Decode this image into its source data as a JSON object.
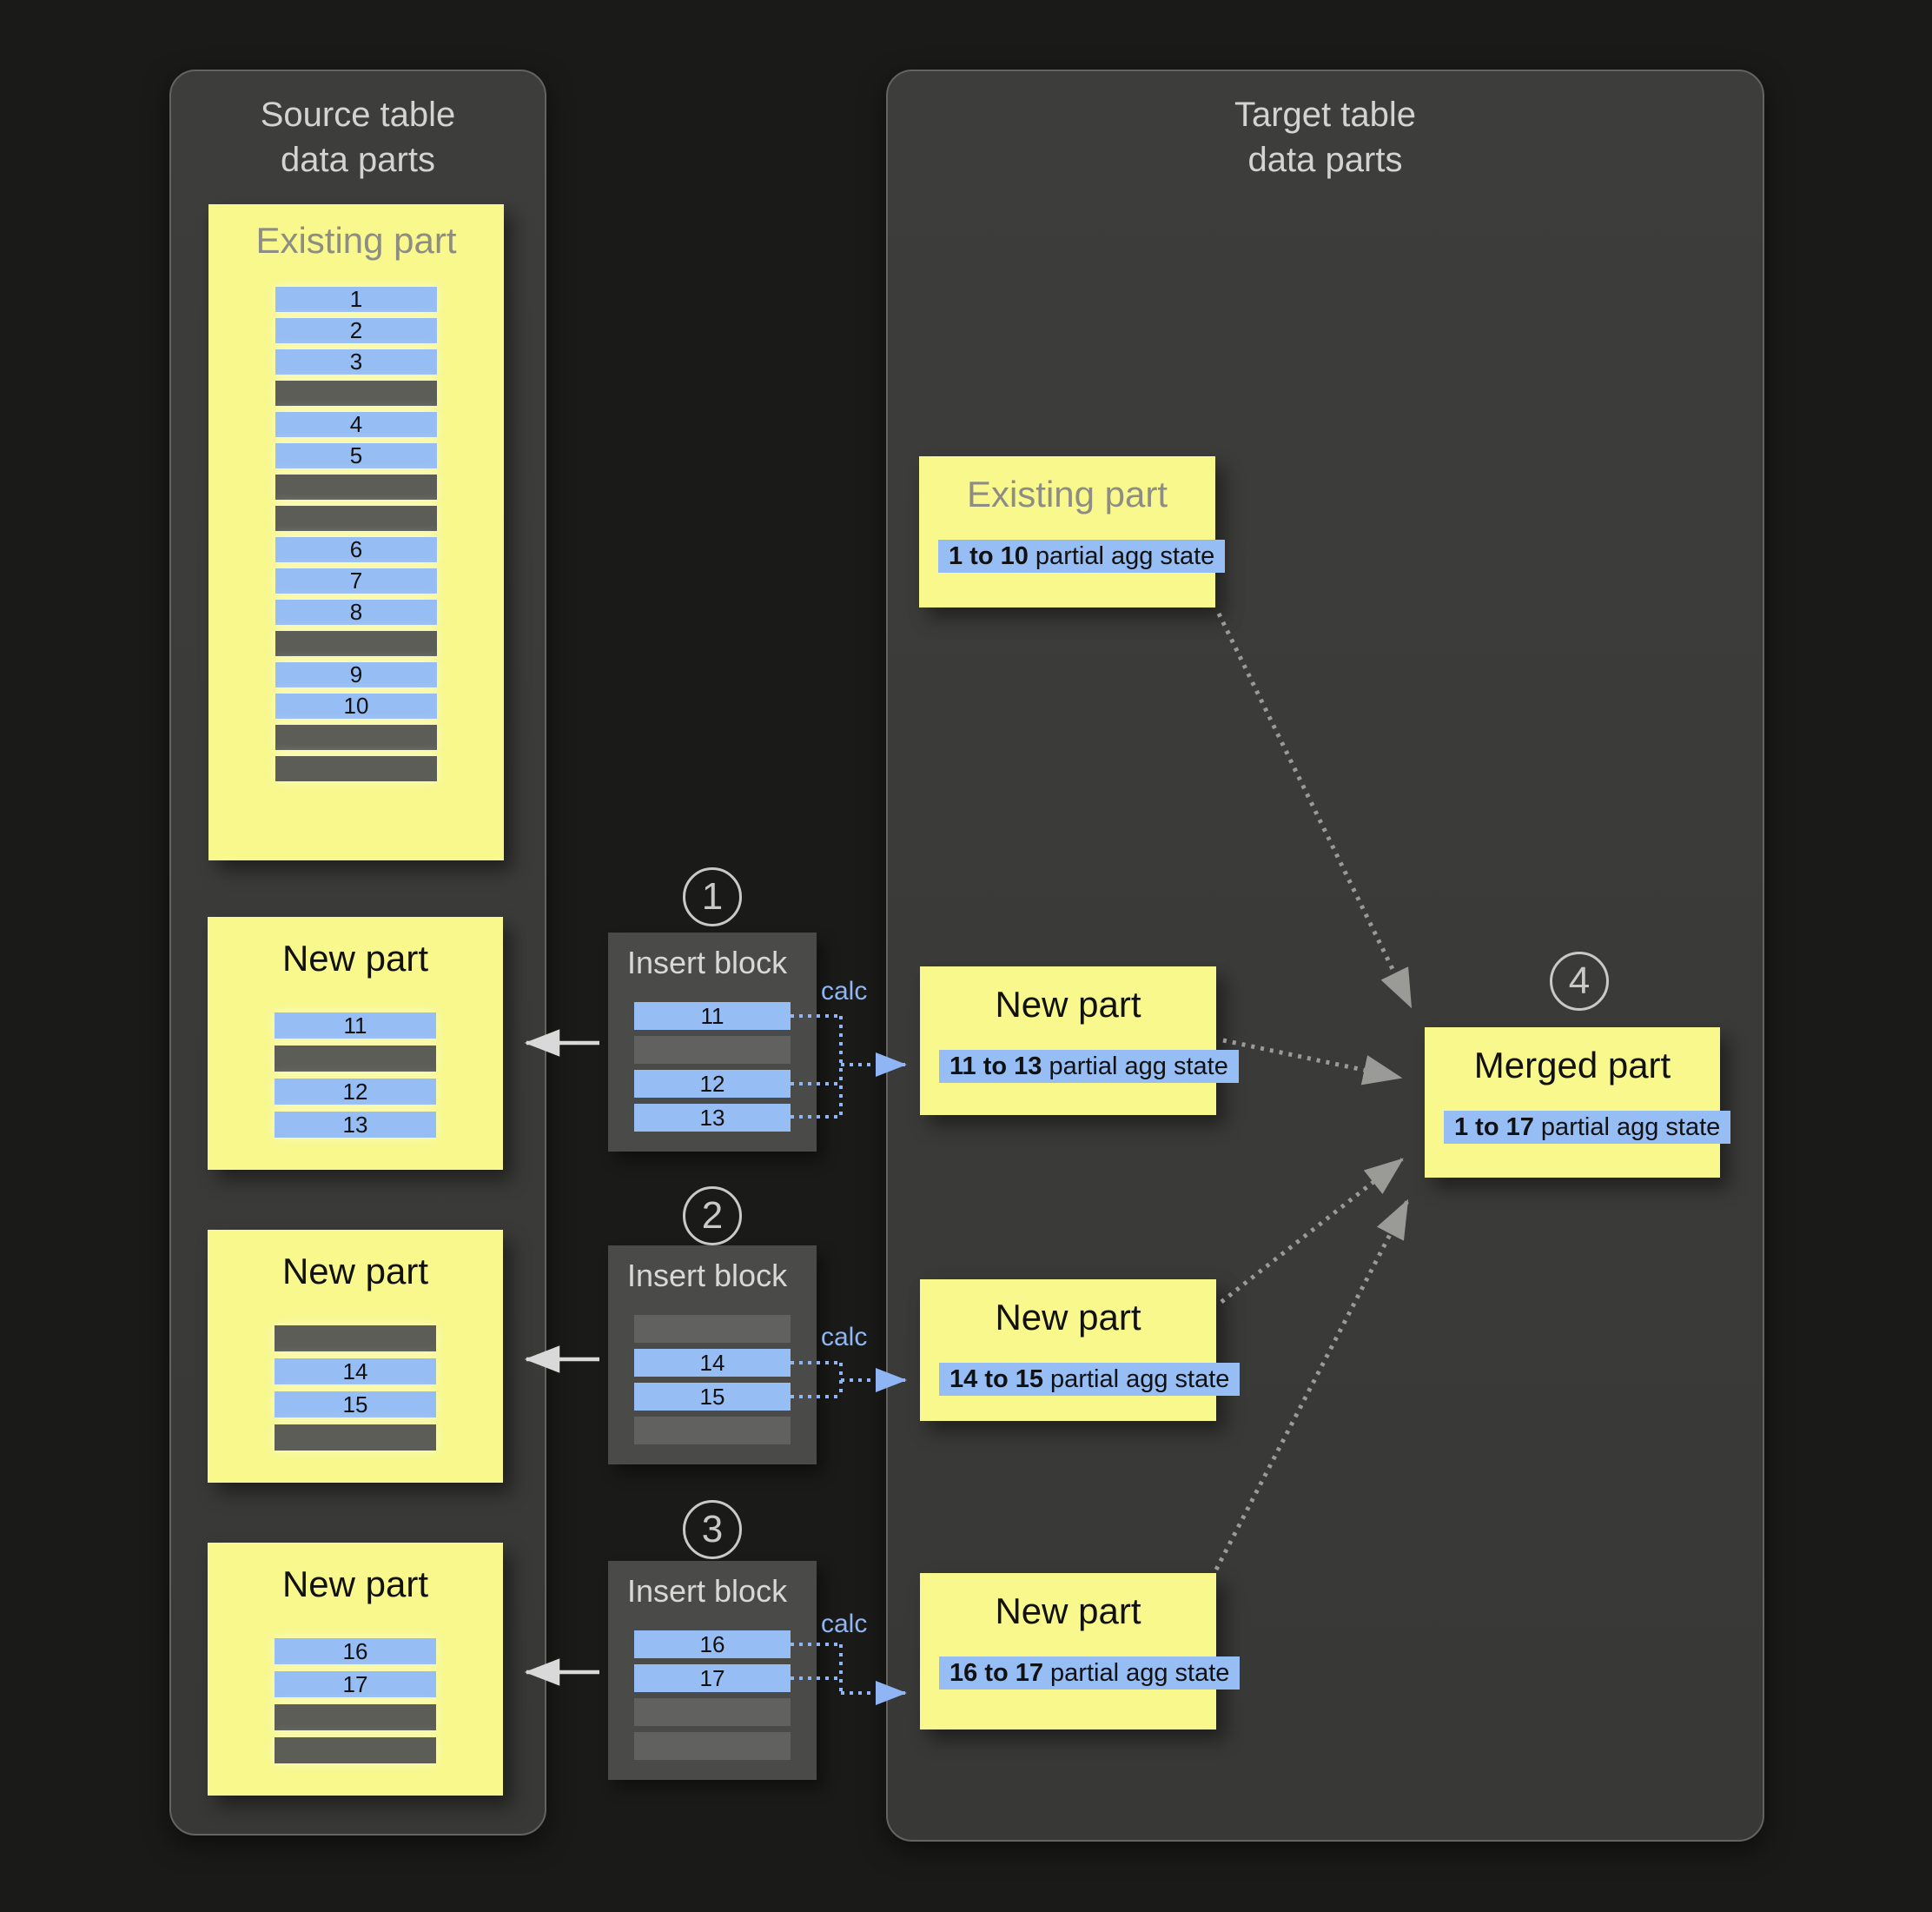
{
  "colors": {
    "page_background": "#1a1a18",
    "panel_background": "#3a3a38",
    "panel_border": "#636360",
    "part_yellow": "#f8f88c",
    "row_blue": "#96bdf4",
    "row_gray": "#5d5d58",
    "insert_block_background": "#4a4a48",
    "title_gray": "#8d8d85",
    "panel_title_text": "#d3d3d1",
    "calc_blue": "#8fb5f5",
    "arrow_white": "#d9d9d9",
    "arrow_gray": "#9a9a97",
    "arrow_blue_dotted": "#8fb5f5"
  },
  "source_panel": {
    "title_line1": "Source table",
    "title_line2": "data parts",
    "existing_part": {
      "title": "Existing part",
      "rows": [
        {
          "label": "1",
          "type": "data"
        },
        {
          "label": "2",
          "type": "data"
        },
        {
          "label": "3",
          "type": "data"
        },
        {
          "label": "",
          "type": "empty"
        },
        {
          "label": "4",
          "type": "data"
        },
        {
          "label": "5",
          "type": "data"
        },
        {
          "label": "",
          "type": "empty"
        },
        {
          "label": "",
          "type": "empty"
        },
        {
          "label": "6",
          "type": "data"
        },
        {
          "label": "7",
          "type": "data"
        },
        {
          "label": "8",
          "type": "data"
        },
        {
          "label": "",
          "type": "empty"
        },
        {
          "label": "9",
          "type": "data"
        },
        {
          "label": "10",
          "type": "data"
        },
        {
          "label": "",
          "type": "empty"
        },
        {
          "label": "",
          "type": "empty"
        }
      ]
    },
    "new_part_1": {
      "title": "New part",
      "rows": [
        {
          "label": "11",
          "type": "data"
        },
        {
          "label": "",
          "type": "empty"
        },
        {
          "label": "12",
          "type": "data"
        },
        {
          "label": "13",
          "type": "data"
        }
      ]
    },
    "new_part_2": {
      "title": "New part",
      "rows": [
        {
          "label": "",
          "type": "empty"
        },
        {
          "label": "14",
          "type": "data"
        },
        {
          "label": "15",
          "type": "data"
        },
        {
          "label": "",
          "type": "empty"
        }
      ]
    },
    "new_part_3": {
      "title": "New part",
      "rows": [
        {
          "label": "16",
          "type": "data"
        },
        {
          "label": "17",
          "type": "data"
        },
        {
          "label": "",
          "type": "empty"
        },
        {
          "label": "",
          "type": "empty"
        }
      ]
    }
  },
  "insert_blocks": {
    "block_1": {
      "step": "1",
      "title": "Insert block",
      "calc_label": "calc",
      "rows": [
        {
          "label": "11",
          "type": "data"
        },
        {
          "label": "",
          "type": "empty"
        },
        {
          "label": "12",
          "type": "data"
        },
        {
          "label": "13",
          "type": "data"
        }
      ]
    },
    "block_2": {
      "step": "2",
      "title": "Insert block",
      "calc_label": "calc",
      "rows": [
        {
          "label": "",
          "type": "empty"
        },
        {
          "label": "14",
          "type": "data"
        },
        {
          "label": "15",
          "type": "data"
        },
        {
          "label": "",
          "type": "empty"
        }
      ]
    },
    "block_3": {
      "step": "3",
      "title": "Insert block",
      "calc_label": "calc",
      "rows": [
        {
          "label": "16",
          "type": "data"
        },
        {
          "label": "17",
          "type": "data"
        },
        {
          "label": "",
          "type": "empty"
        },
        {
          "label": "",
          "type": "empty"
        }
      ]
    }
  },
  "target_panel": {
    "title_line1": "Target table",
    "title_line2": "data parts",
    "existing_part": {
      "title": "Existing part",
      "agg_range": "1 to 10",
      "agg_text": " partial agg state"
    },
    "new_part_1": {
      "title": "New part",
      "agg_range": "11 to 13",
      "agg_text": " partial agg state"
    },
    "new_part_2": {
      "title": "New part",
      "agg_range": "14 to 15",
      "agg_text": " partial agg state"
    },
    "new_part_3": {
      "title": "New part",
      "agg_range": "16 to 17",
      "agg_text": " partial agg state"
    },
    "merged_part": {
      "step": "4",
      "title": "Merged part",
      "agg_range": "1 to 17",
      "agg_text": " partial agg state"
    }
  }
}
